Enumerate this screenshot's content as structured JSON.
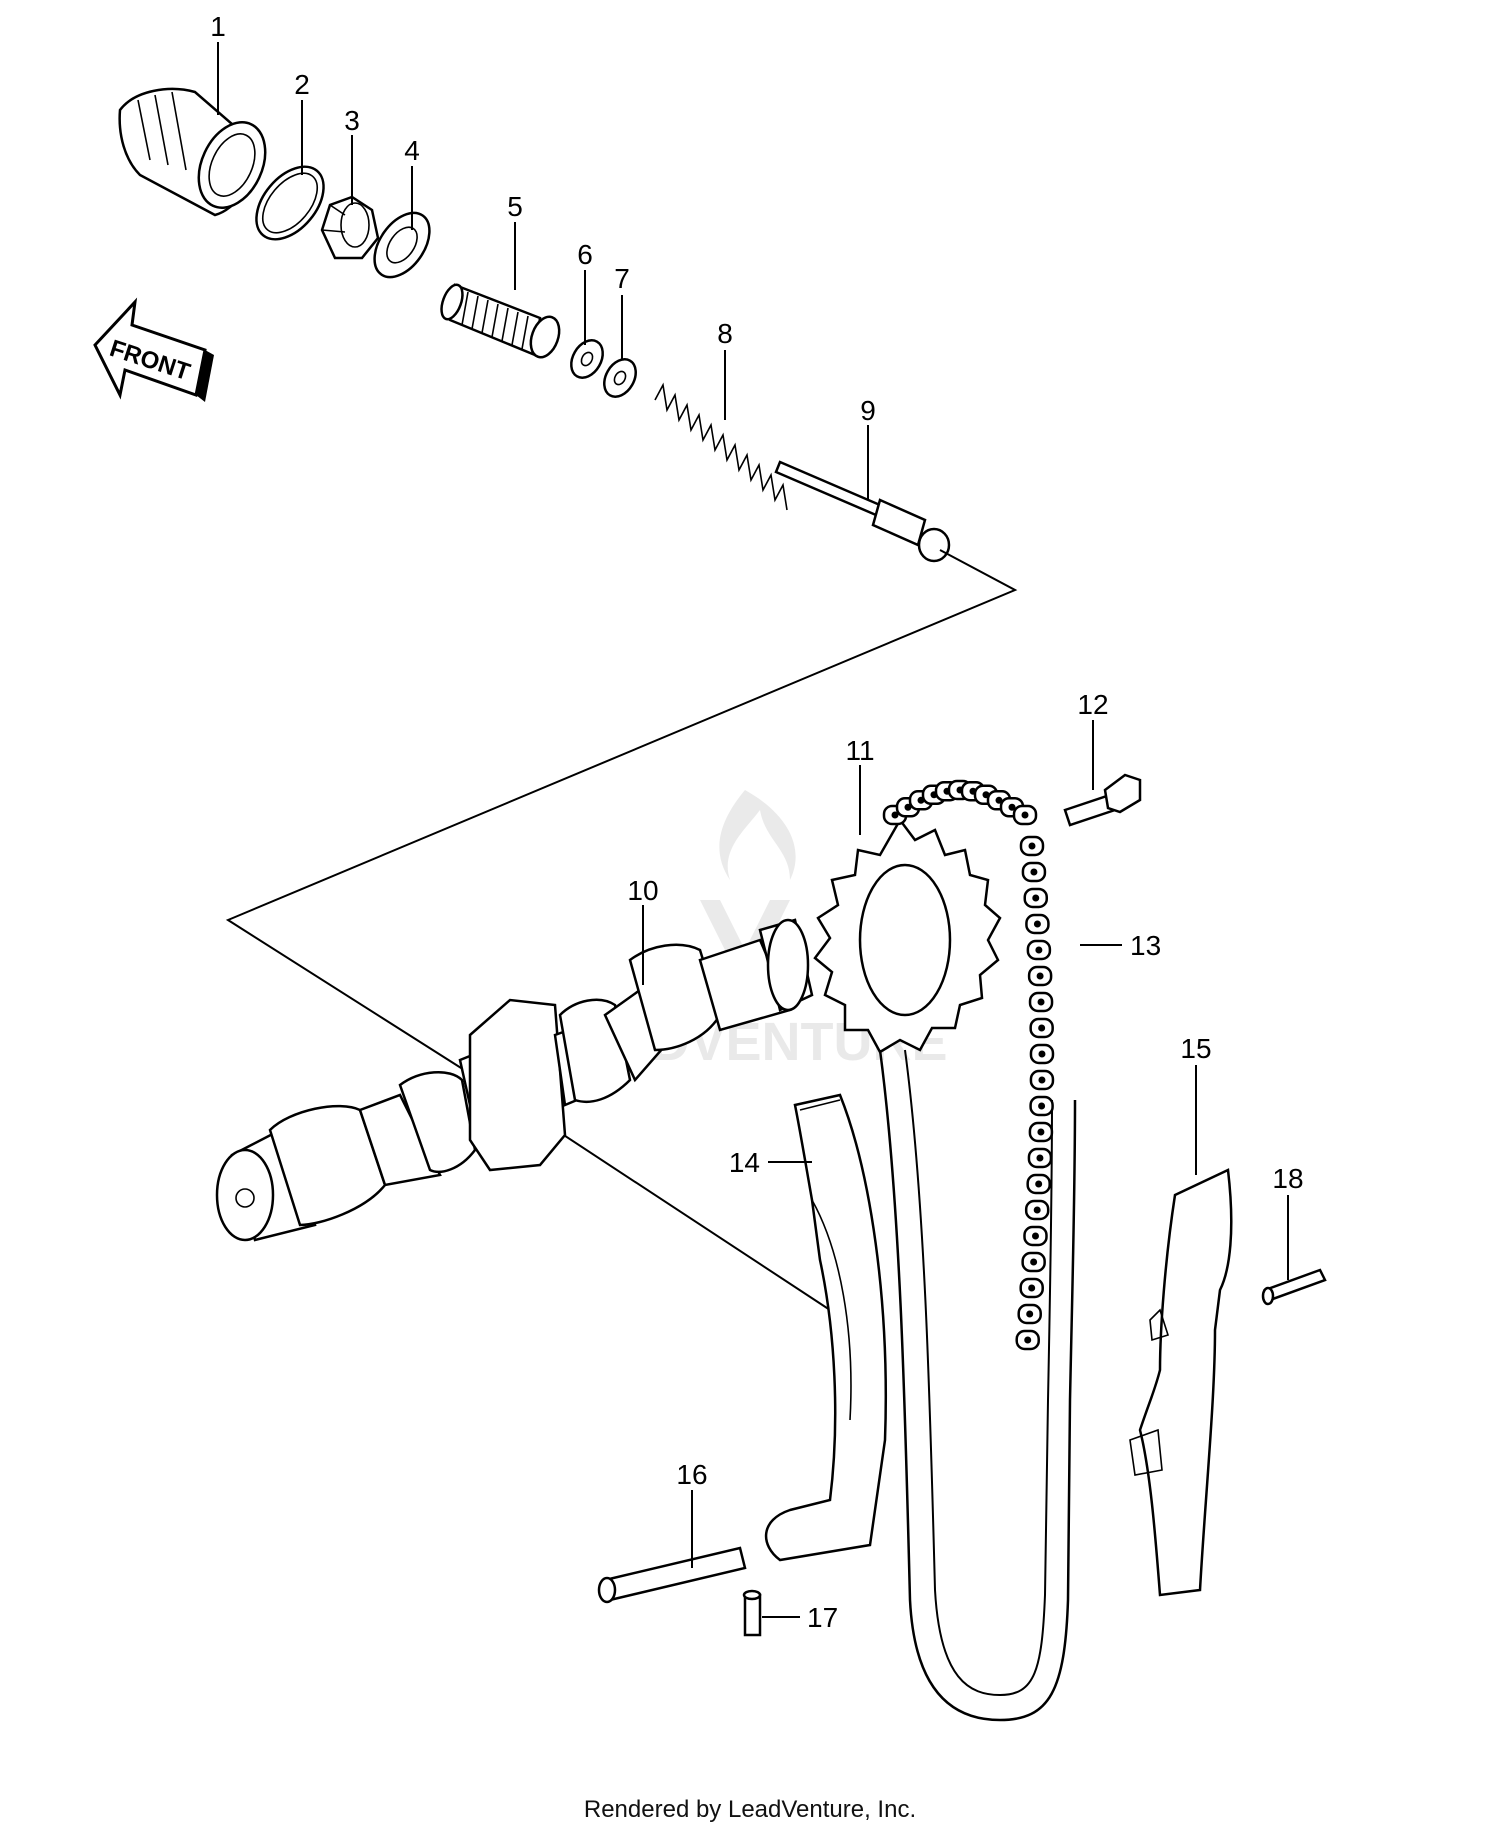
{
  "callouts": [
    "1",
    "2",
    "3",
    "4",
    "5",
    "6",
    "7",
    "8",
    "9",
    "10",
    "11",
    "12",
    "13",
    "14",
    "15",
    "16",
    "17",
    "18"
  ],
  "front_arrow_label": "FRONT",
  "watermark_text": "LEADVENTURE",
  "footer_text": "Rendered by LeadVenture, Inc."
}
